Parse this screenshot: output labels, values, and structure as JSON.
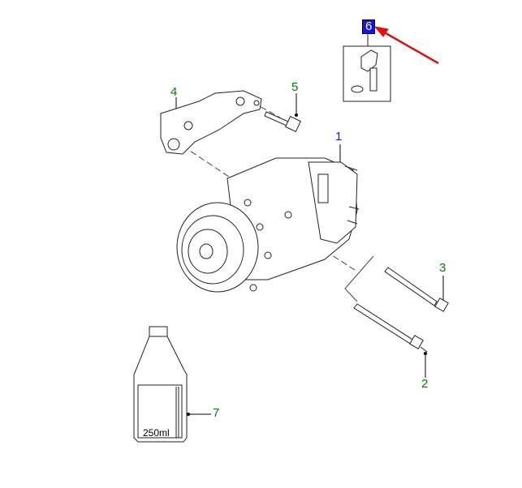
{
  "callouts": {
    "c1": "1",
    "c2": "2",
    "c3": "3",
    "c4": "4",
    "c5": "5",
    "c6": "6",
    "c7": "7"
  },
  "bottle_label": "250ml",
  "colors": {
    "callout_green": "#0a7a0a",
    "callout_blue": "#1515e0",
    "selected_bg": "#1515e0",
    "arrow_red": "#e01010"
  }
}
